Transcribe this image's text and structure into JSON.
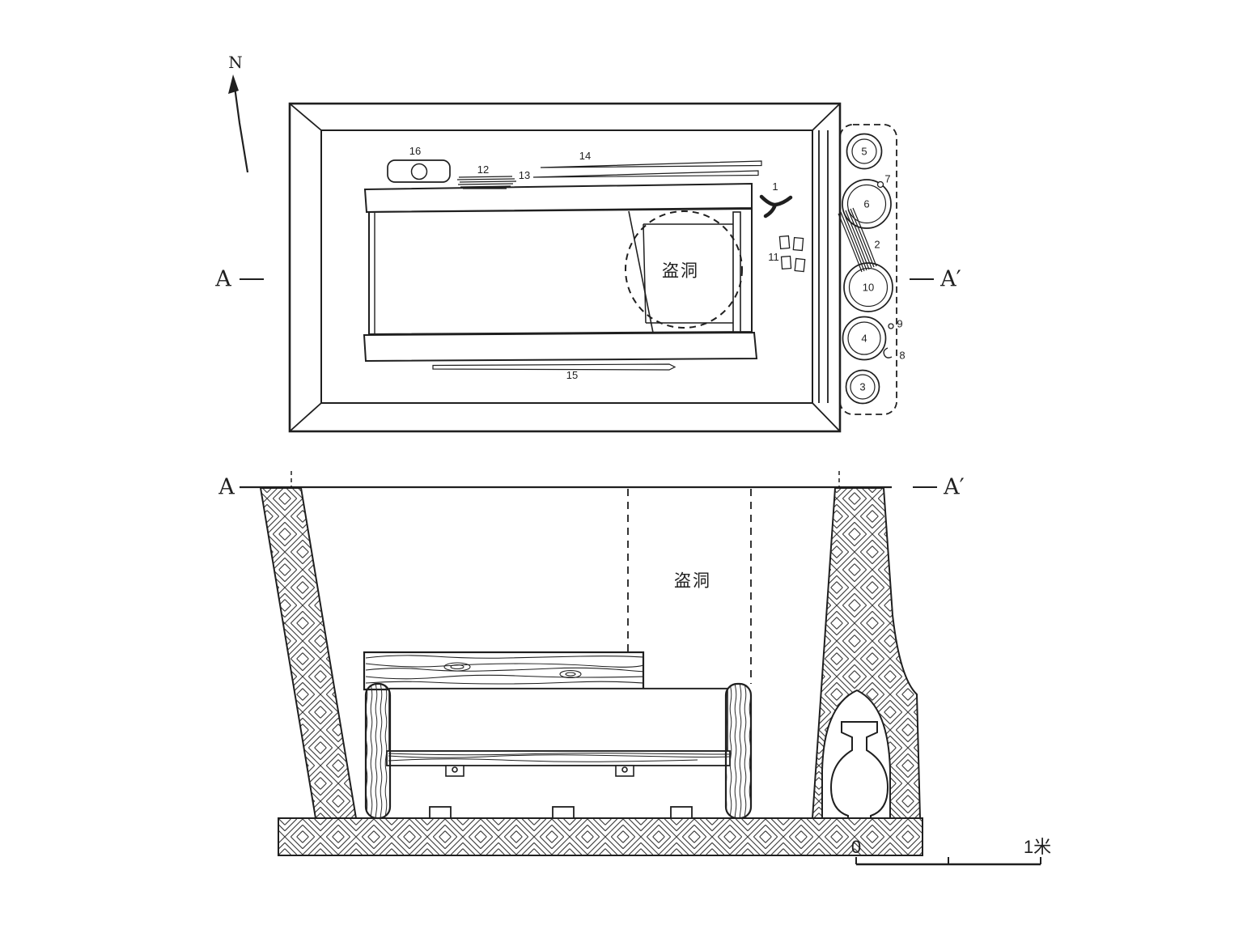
{
  "compass": {
    "label": "N"
  },
  "plan": {
    "marker_left": "A",
    "marker_right": "A′",
    "robber_hole": "盗洞",
    "artifacts": {
      "a1": "1",
      "a11": "11",
      "a12": "12",
      "a13": "13",
      "a14": "14",
      "a15": "15",
      "a16": "16"
    },
    "niche": {
      "n2": "2",
      "n3": "3",
      "n4": "4",
      "n5": "5",
      "n6": "6",
      "n7": "7",
      "n8": "8",
      "n9": "9",
      "n10": "10"
    }
  },
  "section": {
    "marker_left": "A",
    "marker_right": "A′",
    "robber_hole": "盗洞"
  },
  "scale_bar": {
    "zero": "0",
    "label": "1米"
  },
  "colors": {
    "ink": "#1f1f1f",
    "background": "#ffffff"
  }
}
